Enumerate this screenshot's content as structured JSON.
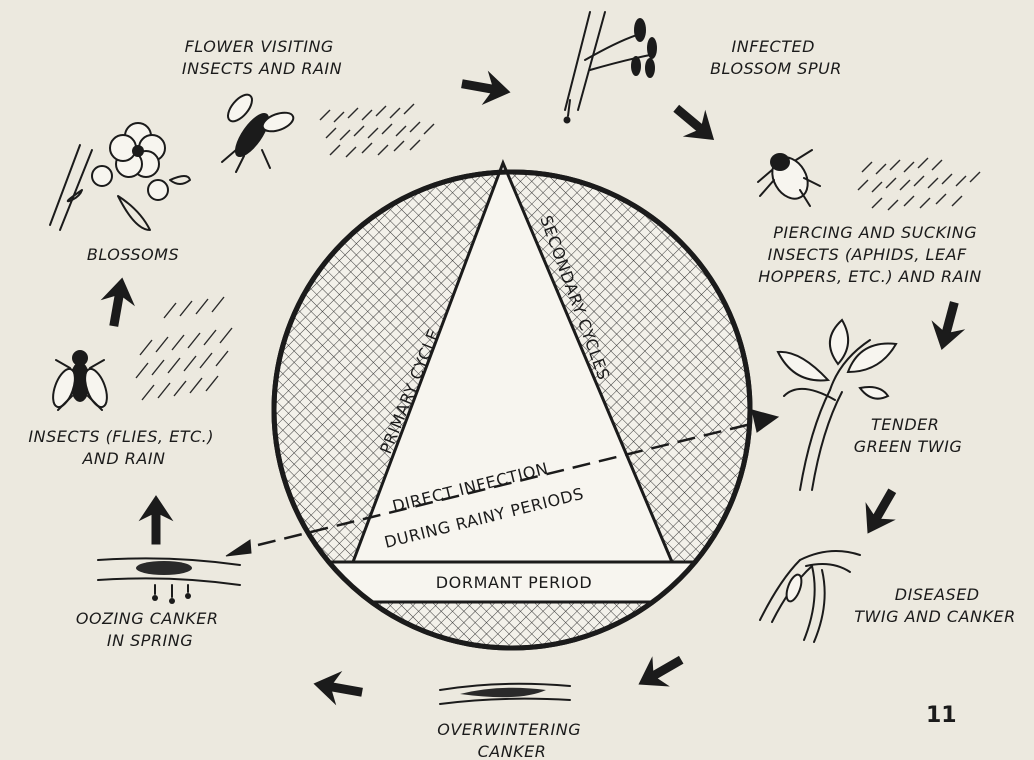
{
  "stages": {
    "flower_insects": [
      "FLOWER VISITING",
      "INSECTS AND RAIN"
    ],
    "blossom_spur": [
      "INFECTED",
      "BLOSSOM SPUR"
    ],
    "sucking_insects": [
      "PIERCING AND SUCKING",
      "INSECTS (APHIDS, LEAF",
      "HOPPERS, ETC.) AND RAIN"
    ],
    "green_twig": [
      "TENDER",
      "GREEN TWIG"
    ],
    "diseased_twig": [
      "DISEASED",
      "TWIG AND CANKER"
    ],
    "overwintering": [
      "OVERWINTERING",
      "CANKER"
    ],
    "oozing": [
      "OOZING CANKER",
      "IN SPRING"
    ],
    "flies": [
      "INSECTS (FLIES, ETC.)",
      "AND RAIN"
    ],
    "blossoms": [
      "BLOSSOMS"
    ]
  },
  "circle": {
    "primary": "PRIMARY CYCLE",
    "secondary": "SECONDARY CYCLES",
    "direct_1": "DIRECT INFECTION",
    "direct_2": "DURING RAINY PERIODS",
    "dormant": "DORMANT PERIOD"
  },
  "page_number": "11",
  "colors": {
    "ink": "#1b1b1b",
    "paper": "#ece9df"
  }
}
